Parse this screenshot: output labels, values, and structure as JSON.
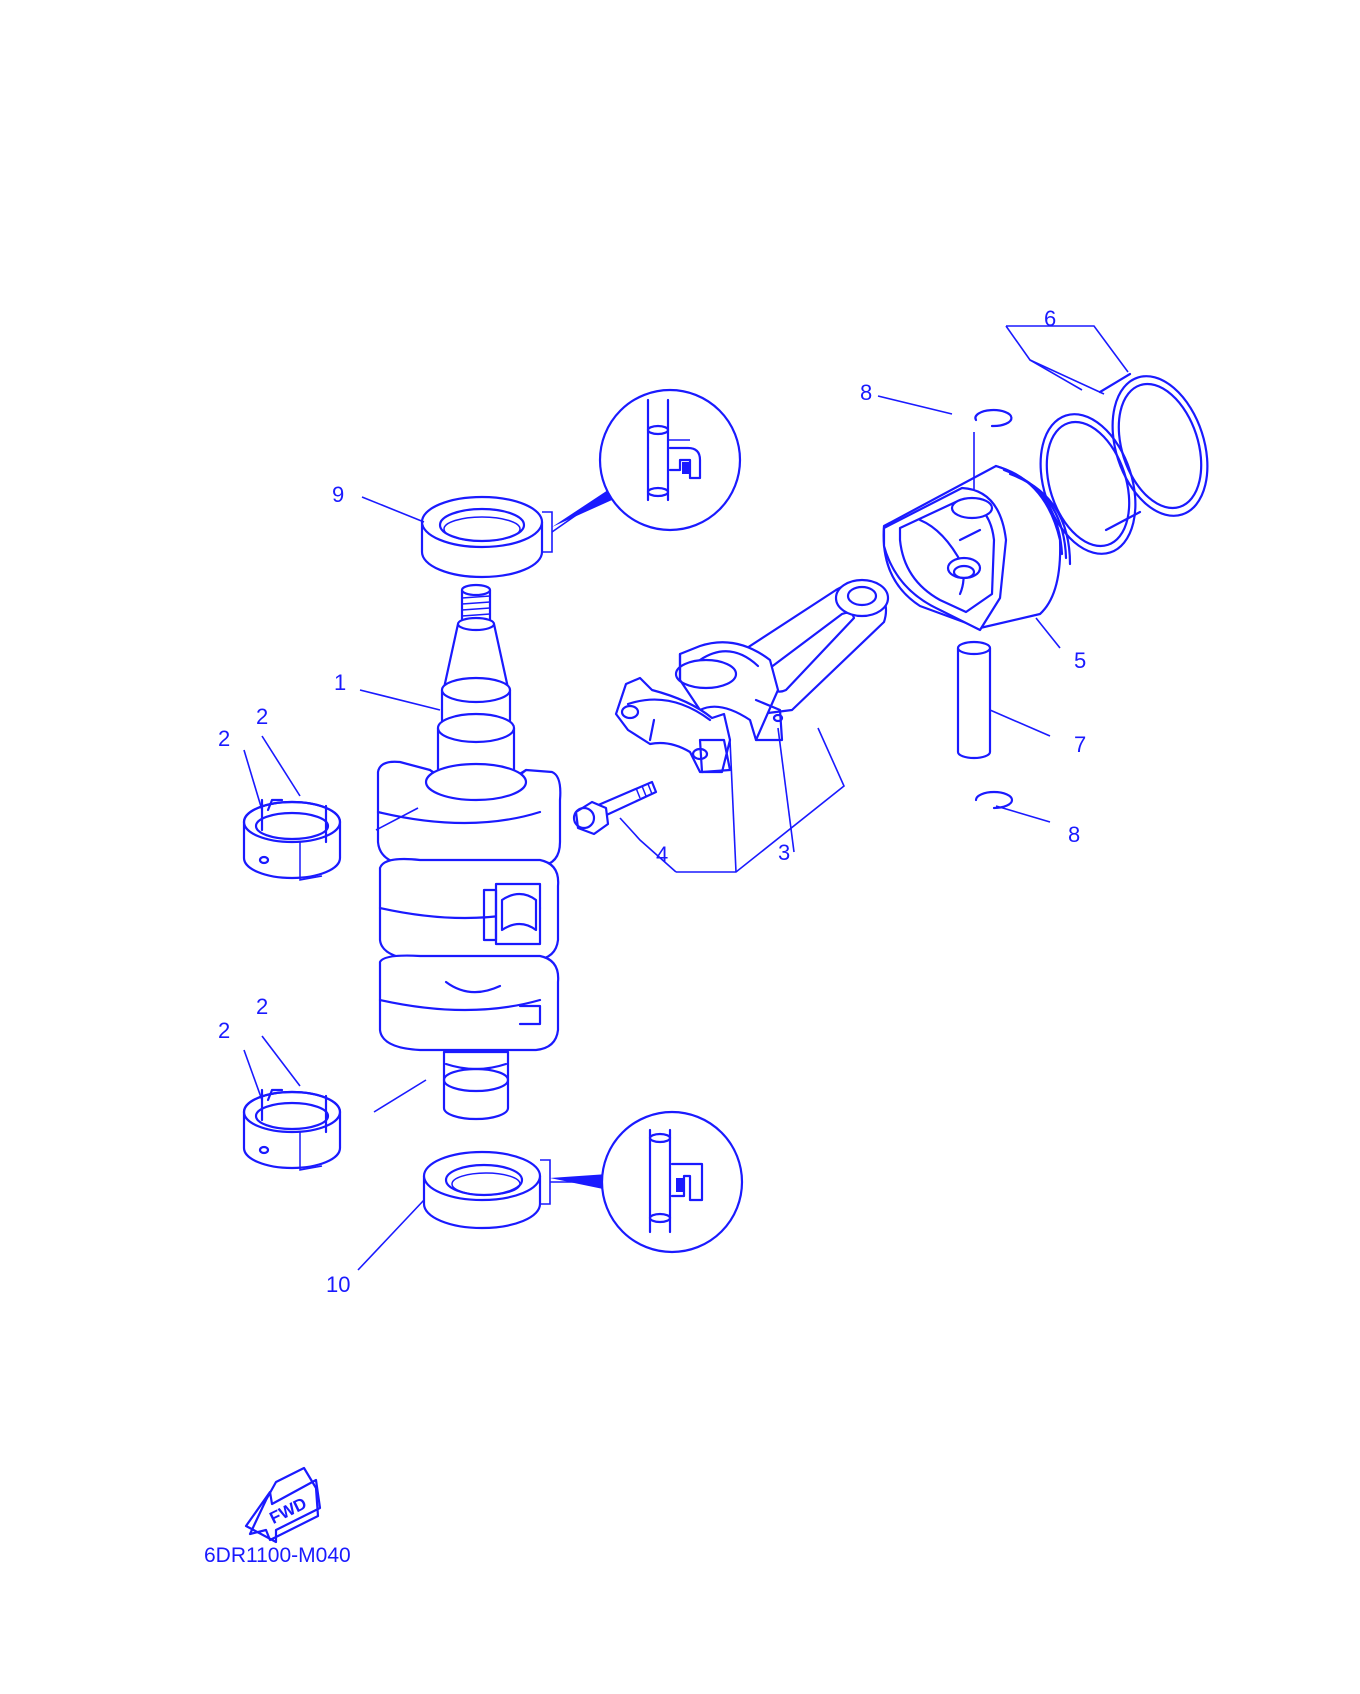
{
  "diagram": {
    "drawing_code": "6DR1100-M040",
    "direction_label": "FWD",
    "callouts": {
      "crankshaft": "1",
      "bearing_upper_a": "2",
      "bearing_upper_b": "2",
      "bearing_lower_a": "2",
      "bearing_lower_b": "2",
      "connecting_rod": "3",
      "bolt": "4",
      "piston": "5",
      "piston_rings": "6",
      "piston_pin": "7",
      "clip_top": "8",
      "clip_bottom": "8",
      "oil_seal_top": "9",
      "oil_seal_bottom": "10"
    },
    "line_color": "#1a1aff"
  }
}
